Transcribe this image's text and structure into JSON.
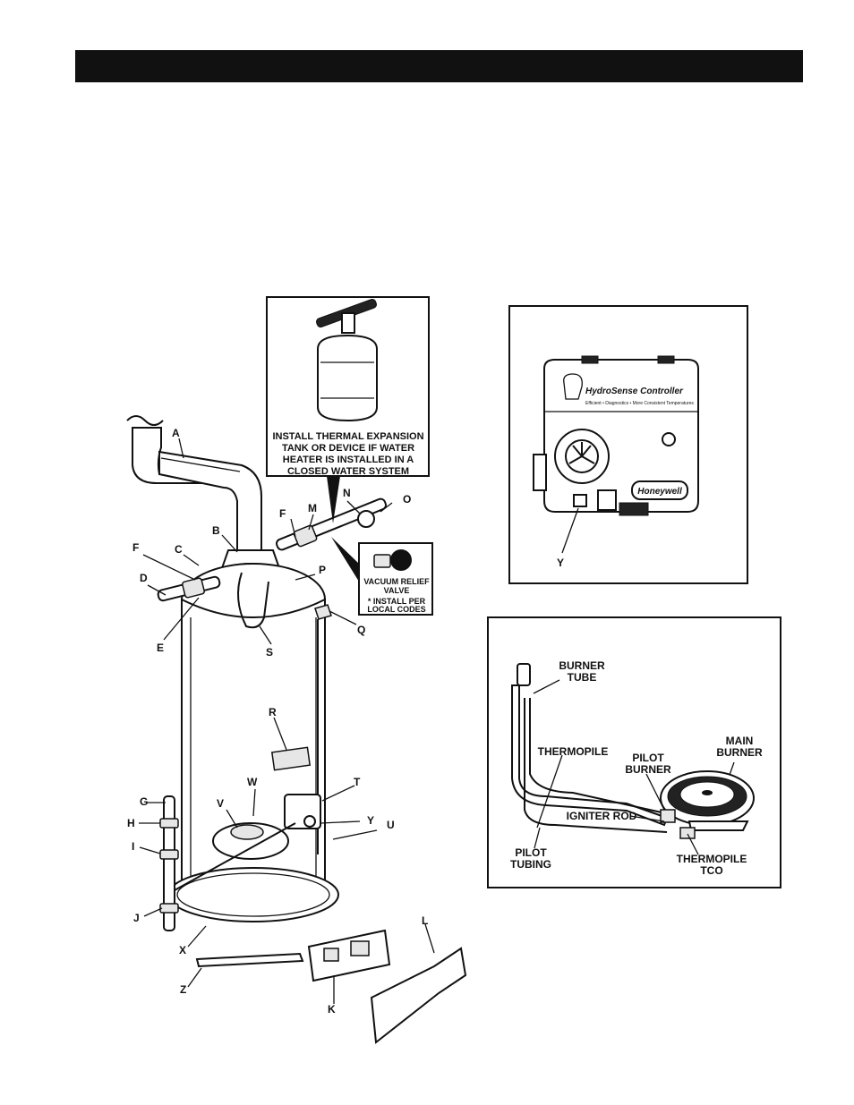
{
  "header": {
    "title": ""
  },
  "main_diagram": {
    "callouts": {
      "A": "A",
      "B": "B",
      "C": "C",
      "D": "D",
      "E": "E",
      "F1": "F",
      "F2": "F",
      "G": "G",
      "H": "H",
      "I": "I",
      "J": "J",
      "K": "K",
      "L": "L",
      "M": "M",
      "N": "N",
      "O": "O",
      "P": "P",
      "Q": "Q",
      "R": "R",
      "S": "S",
      "T": "T",
      "U": "U",
      "V": "V",
      "W": "W",
      "X": "X",
      "Y": "Y",
      "Z": "Z"
    }
  },
  "expansion_tank_box": {
    "lines": [
      "INSTALL THERMAL EXPANSION",
      "TANK OR DEVICE IF WATER",
      "HEATER IS INSTALLED IN A",
      "CLOSED WATER SYSTEM"
    ]
  },
  "vacuum_relief_box": {
    "title_lines": [
      "VACUUM RELIEF",
      "VALVE"
    ],
    "note_lines": [
      "* INSTALL PER",
      "LOCAL CODES"
    ]
  },
  "controller_box": {
    "brand_name": "HydroSense Controller",
    "tagline": "Efficient • Diagnostics • More Consistent Temperatures",
    "maker": "Honeywell",
    "callout_y": "Y"
  },
  "burner_box": {
    "burner_tube": [
      "BURNER",
      "TUBE"
    ],
    "thermopile": "THERMOPILE",
    "pilot_burner": [
      "PILOT",
      "BURNER"
    ],
    "main_burner": [
      "MAIN",
      "BURNER"
    ],
    "igniter_rod": "IGNITER ROD",
    "pilot_tubing": [
      "PILOT",
      "TUBING"
    ],
    "thermopile_tco": [
      "THERMOPILE",
      "TCO"
    ]
  }
}
